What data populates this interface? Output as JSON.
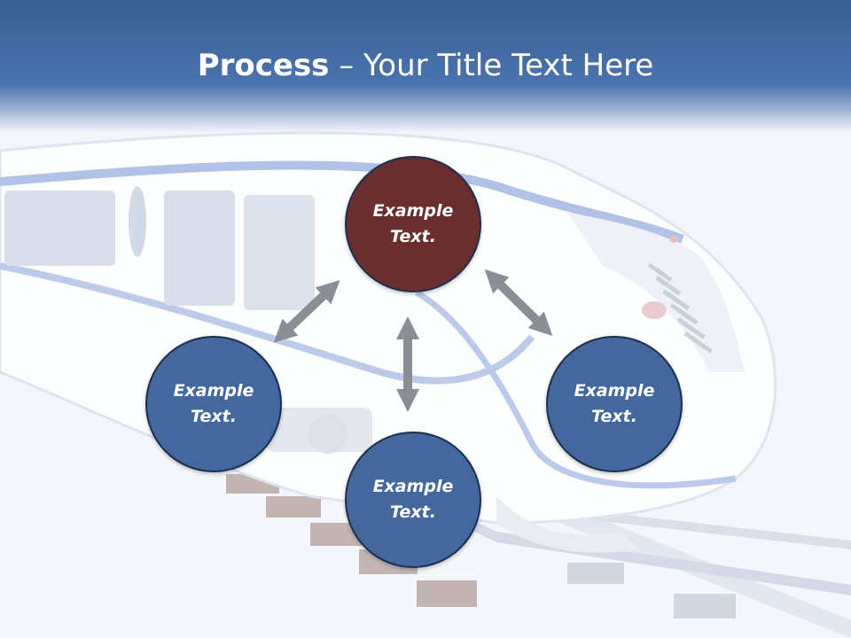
{
  "title": {
    "bold": "Process",
    "rest": " – Your Title Text Here"
  },
  "colors": {
    "header": "#4a73ad",
    "accent_node": "#6b2e2e",
    "node": "#44679d",
    "node_border": "#1c2f4f",
    "arrow": "#8a8f96"
  },
  "nodes": [
    {
      "id": "top",
      "text": "Example\nText.",
      "color": "#6b2e2e"
    },
    {
      "id": "left",
      "text": "Example\nText.",
      "color": "#44679d"
    },
    {
      "id": "bottom",
      "text": "Example\nText.",
      "color": "#44679d"
    },
    {
      "id": "right",
      "text": "Example\nText.",
      "color": "#44679d"
    }
  ],
  "background_image": "high-speed-train-on-rails-faded"
}
